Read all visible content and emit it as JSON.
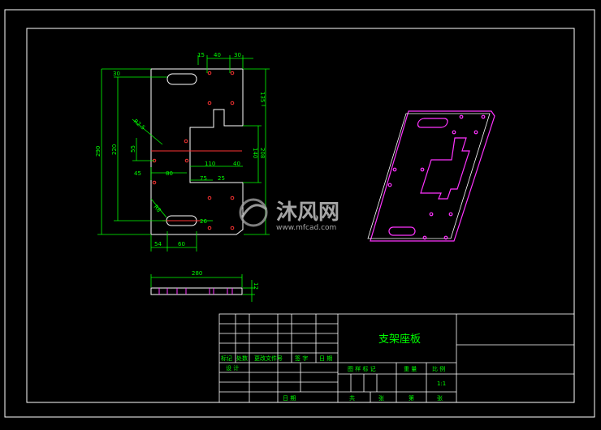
{
  "colors": {
    "background": "#000000",
    "frame": "#ffffff",
    "outline": "#ffffff",
    "dimension": "#00ff00",
    "hole": "#ff3333",
    "slot": "#ff33ff",
    "iso": "#ff33ff",
    "title_text": "#00ff00"
  },
  "drawing": {
    "title": "支架座板",
    "scale": "1:1"
  },
  "dimensions": {
    "top_40": "40",
    "top_30": "30",
    "top_15": "15",
    "right_135": "135",
    "right_208": "208",
    "right_140": "140",
    "left_290": "290",
    "left_220": "220",
    "left_30": "30",
    "diag_r": "R2.5",
    "left_55": "55",
    "mid_110": "110",
    "mid_40": "40",
    "left_45": "45",
    "left_80": "80",
    "mid_75": "75",
    "mid_25": "25",
    "corner_r": "R8",
    "right_26": "26",
    "bot_54": "54",
    "bot_60": "60",
    "side_280": "280",
    "side_t": "12"
  },
  "title_block": {
    "rev_headers": [
      "标记",
      "处数",
      "更改文件号",
      "签 字",
      "日 期"
    ],
    "design": "设 计",
    "date": "日 期",
    "stage_headers": [
      "图 样 标 记",
      "重 量",
      "比 例"
    ],
    "sheet": [
      "共",
      "张",
      "第",
      "张"
    ]
  },
  "watermark": {
    "brand": "沐风网",
    "url": "www.mfcad.com"
  }
}
